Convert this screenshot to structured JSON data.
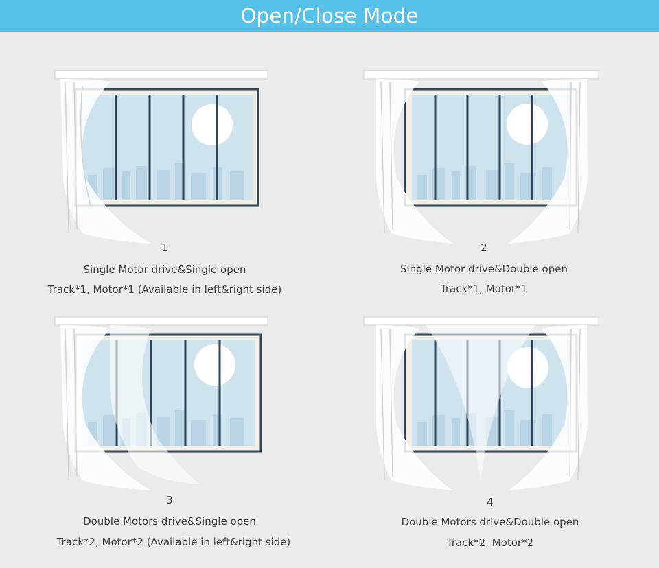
{
  "header": {
    "title": "Open/Close Mode"
  },
  "modes": [
    {
      "number": "1",
      "description": "Single Motor drive&Single open",
      "spec": "Track*1, Motor*1 (Available in left&right side)"
    },
    {
      "number": "2",
      "description": "Single Motor drive&Double open",
      "spec": "Track*1, Motor*1"
    },
    {
      "number": "3",
      "description": "Double Motors drive&Single open",
      "spec": "Track*2, Motor*2 (Available in left&right side)"
    },
    {
      "number": "4",
      "description": "Double Motors drive&Double open",
      "spec": "Track*2, Motor*2"
    }
  ]
}
